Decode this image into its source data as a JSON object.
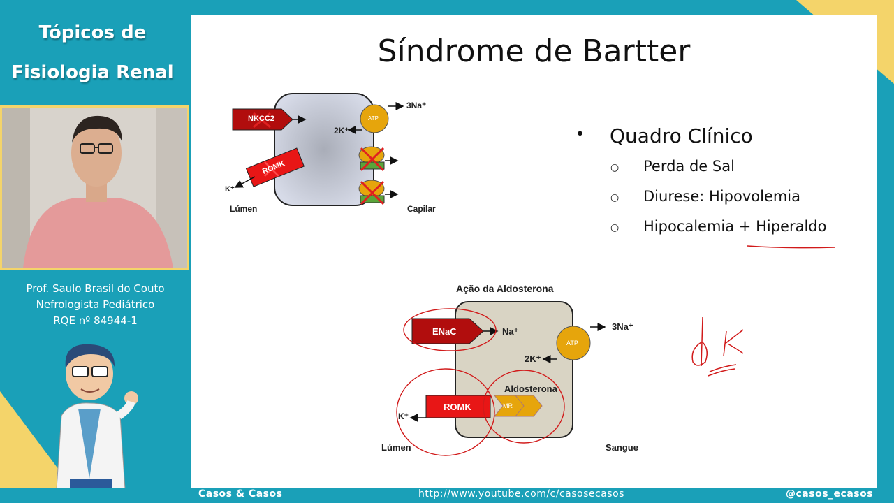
{
  "sidebar": {
    "title_line1": "Tópicos de",
    "title_line2": "Fisiologia Renal",
    "prof_name": "Prof. Saulo Brasil do Couto",
    "prof_role": "Nefrologista Pediátrico",
    "prof_rqe": "RQE nº 84944-1"
  },
  "slide": {
    "title": "Síndrome de Bartter",
    "bullet_main": "Quadro Clínico",
    "sub_items": [
      "Perda de Sal",
      "Diurese: Hipovolemia",
      "Hipocalemia + Hiperaldo"
    ],
    "top_diagram": {
      "nkcc2_label": "NKCC2",
      "romk_label": "ROMK",
      "atp_label": "ATP",
      "na_label": "3Na⁺",
      "k2_label": "2K⁺",
      "k_label": "K⁺",
      "lumen_label": "Lúmen",
      "capilar_label": "Capilar"
    },
    "bottom_diagram": {
      "title": "Ação da Aldosterona",
      "enac_label": "ENaC",
      "na_label": "Na⁺",
      "na3_label": "3Na⁺",
      "atp_label": "ATP",
      "k2_label": "2K⁺",
      "aldosterona_label": "Aldosterona",
      "mr_label": "MR",
      "romk_label": "ROMK",
      "k_label": "K⁺",
      "lumen_label": "Lúmen",
      "sangue_label": "Sangue"
    }
  },
  "footer": {
    "brand": "Casos & Casos",
    "url": "http://www.youtube.com/c/casosecasos",
    "handle": "@casos_ecasos"
  },
  "colors": {
    "accent": "#1aa0b8",
    "highlight": "#f4d46a",
    "annotation": "#d11a1a"
  }
}
